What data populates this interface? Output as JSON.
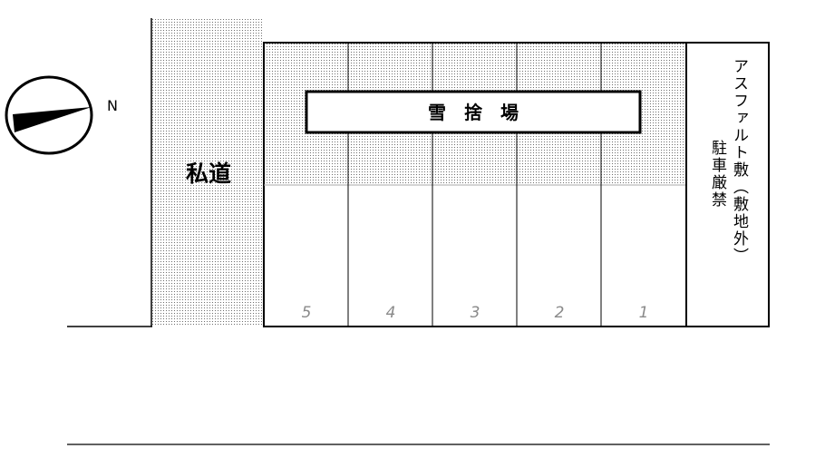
{
  "compass": {
    "north_label": "N"
  },
  "private_road": {
    "label": "私道"
  },
  "snow_area": {
    "label": "雪　捨　場"
  },
  "parking_spaces": [
    "5",
    "4",
    "3",
    "2",
    "1"
  ],
  "side_zone": {
    "label_line1": "アスファルト敷（敷地外）",
    "label_line2": "駐車厳禁"
  },
  "colors": {
    "line": "#000000",
    "number": "#8a8a8a",
    "hatch": "#7a7a7a"
  }
}
